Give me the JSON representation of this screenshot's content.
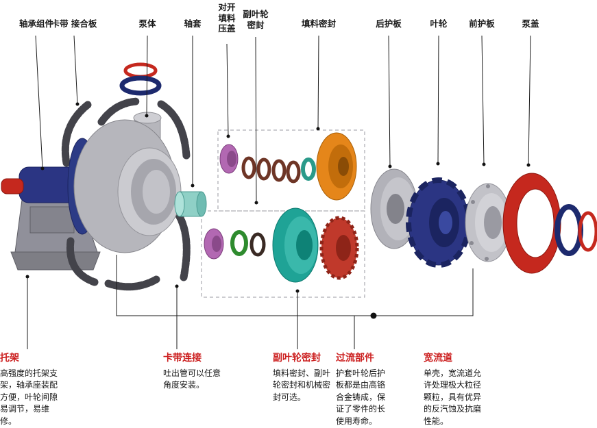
{
  "colors": {
    "annotation_red": "#cc1f1f",
    "cover_red": "#c5281e",
    "impeller_blue": "#2b3583",
    "joint_plate_blue": "#2c3b86",
    "seal_orange": "#e5861a",
    "expeller_teal": "#1fa396",
    "gland_purple": "#b268b2",
    "ring_green": "#2e8b2e",
    "body_gray": "#b6b6bc",
    "band_dark": "#43434a"
  },
  "top_labels": [
    {
      "id": "bearing-assembly",
      "label": "轴承组件"
    },
    {
      "id": "clamp-joint-plate",
      "label": "卡带 接合板"
    },
    {
      "id": "pump-body",
      "label": "泵体"
    },
    {
      "id": "shaft-sleeve",
      "label": "轴套"
    },
    {
      "id": "split-packing-gland",
      "label": "对开\n填料\n压盖"
    },
    {
      "id": "aux-impeller-seal",
      "label": "副叶轮\n密封"
    },
    {
      "id": "packing-seal",
      "label": "填料密封"
    },
    {
      "id": "rear-liner",
      "label": "后护板"
    },
    {
      "id": "impeller",
      "label": "叶轮"
    },
    {
      "id": "front-liner",
      "label": "前护板"
    },
    {
      "id": "pump-cover",
      "label": "泵盖"
    }
  ],
  "annotations": [
    {
      "title": "托架",
      "body": "高强度的托架支架，轴承座装配方便，叶轮间隙易调节，易维修。"
    },
    {
      "title": "卡带连接",
      "body": "吐出管可以任意角度安装。"
    },
    {
      "title": "副叶轮密封",
      "body": "填料密封、副叶轮密封和机械密封可选。"
    },
    {
      "title": "过流部件",
      "body": "护套叶轮后护板都是由高铬合金铸成，保证了零件的长使用寿命。"
    },
    {
      "title": "宽流道",
      "body": "单壳，宽流道允许处理极大粒径颗粒，具有优异的反汽蚀及抗磨性能。"
    }
  ]
}
